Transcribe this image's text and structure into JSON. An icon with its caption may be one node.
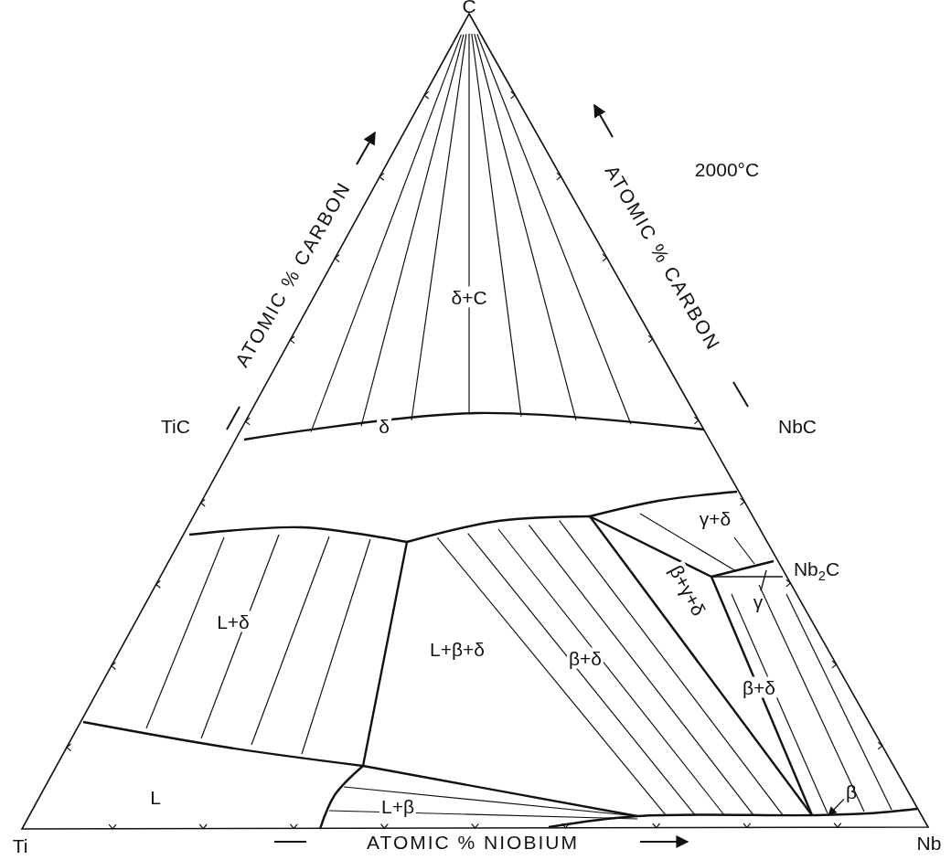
{
  "diagram": {
    "nodes": [
      {
        "text": [
          "γ"
        ]
      },
      {
        "text": [
          "β"
        ]
      }
    ],
    "edges": [
      {
        "from": 0,
        "to": null,
        "arrow": "none"
      },
      {
        "from": 1,
        "to": null,
        "arrow": "to"
      }
    ],
    "labels": [
      "C",
      "2000°C",
      "ATOMIC % CARBON",
      "ATOMIC % CARBON",
      "δ+C",
      "TiC",
      "δ",
      "NbC",
      "γ+δ",
      "Nb$_{2}$C",
      "β+γ+δ",
      "L+δ",
      "β+δ",
      "L+β+δ",
      "β+δ",
      "L",
      "L+β",
      "Ti",
      "ATOMIC % NIOBIUM",
      "Nb"
    ]
  }
}
